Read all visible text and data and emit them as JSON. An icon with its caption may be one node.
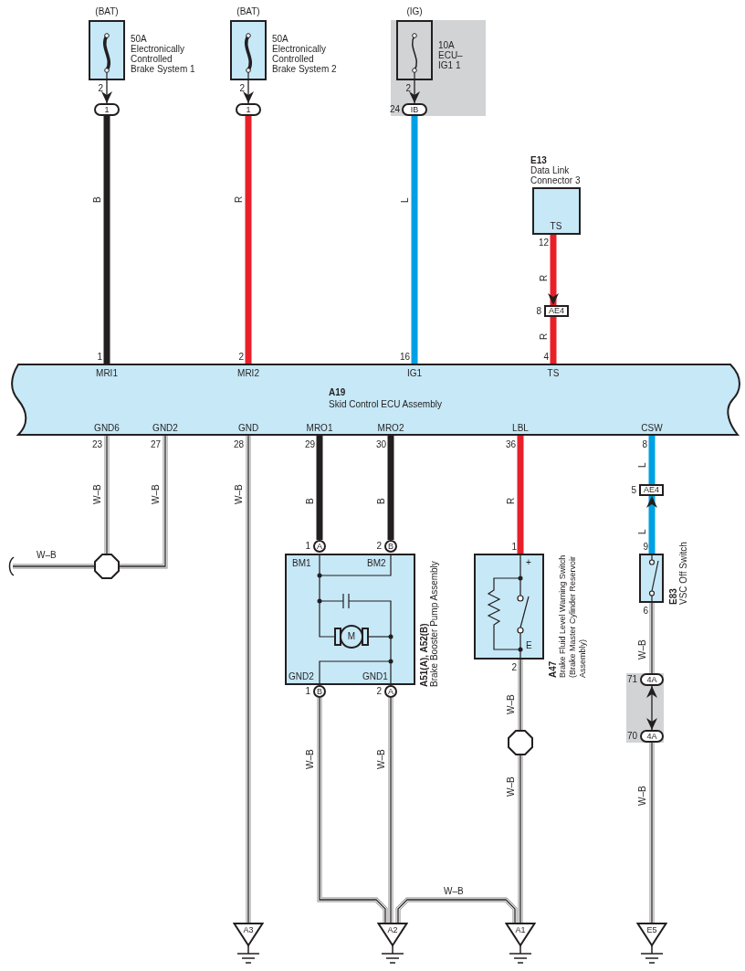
{
  "diagram": {
    "nodes": [
      {
        "text": [
          "(BAT)",
          "50A Electronically Controlled Brake System 1"
        ],
        "beside": [
          "2"
        ]
      },
      {
        "text": [
          "(BAT)",
          "50A Electronically Controlled Brake System 2"
        ],
        "beside": [
          "2"
        ]
      },
      {
        "text": [
          "(IG)",
          "10A ECU– IG1 1"
        ],
        "beside": [
          "2"
        ]
      },
      {
        "text": [
          "1"
        ]
      },
      {
        "text": [
          "1"
        ]
      },
      {
        "text": [
          "IB"
        ],
        "beside": [
          "24"
        ]
      },
      {
        "text": [
          "E13",
          "Data Link Connector 3",
          "TS"
        ],
        "beside": [
          "12"
        ]
      },
      {
        "text": [
          "AE4"
        ],
        "beside": [
          "8"
        ]
      },
      {
        "text": [
          "MRI1",
          "MRI2",
          "IG1",
          "TS",
          "A19",
          "Skid Control ECU Assembly",
          "GND6",
          "GND2",
          "GND",
          "MRO1",
          "MRO2",
          "LBL",
          "CSW"
        ],
        "beside": [
          "1",
          "2",
          "16",
          "4",
          "23",
          "27",
          "28",
          "29",
          "30",
          "36",
          "8"
        ]
      },
      {
        "text": [],
        "shape": "octagon"
      },
      {
        "text": [
          "A"
        ],
        "beside": [
          "1"
        ]
      },
      {
        "text": [
          "B"
        ],
        "beside": [
          "2"
        ]
      },
      {
        "text": [
          "BM1",
          "BM2",
          "GND2",
          "GND1",
          "A51(A), A52(B)",
          "Brake Booster Pump Assembly"
        ]
      },
      {
        "text": [
          "M"
        ],
        "in": 12
      },
      {
        "text": [
          "B"
        ],
        "beside": [
          "1"
        ]
      },
      {
        "text": [
          "A"
        ],
        "beside": [
          "2"
        ]
      },
      {
        "text": [
          "+",
          "E",
          "A47",
          "Brake Fluid Level Warning Switch (Brake Master Cylinder Reservoir Assembly)"
        ],
        "beside": [
          "1",
          "2"
        ]
      },
      {
        "text": [],
        "shape": "octagon"
      },
      {
        "text": [
          "AE4"
        ],
        "beside": [
          "5"
        ]
      },
      {
        "text": [
          "E83",
          "VSC Off Switch"
        ],
        "beside": [
          "9",
          "6"
        ]
      },
      {
        "text": [
          "4A"
        ],
        "beside": [
          "71"
        ]
      },
      {
        "text": [
          "4A"
        ],
        "beside": [
          "70"
        ]
      },
      {
        "text": [
          "A3"
        ]
      },
      {
        "text": [
          "A2"
        ]
      },
      {
        "text": [
          "A1"
        ]
      },
      {
        "text": [
          "E5"
        ]
      }
    ],
    "edges": [
      {
        "from": 0,
        "to": 3,
        "arrow": "to",
        "color": "#231f20"
      },
      {
        "from": 1,
        "to": 4,
        "arrow": "to",
        "color": "#231f20"
      },
      {
        "from": 2,
        "to": 5,
        "arrow": "to",
        "color": "#231f20"
      },
      {
        "from": 3,
        "to": 8,
        "arrow": "none",
        "label": "B",
        "style": "thick",
        "color": "#231f20"
      },
      {
        "from": 4,
        "to": 8,
        "arrow": "none",
        "label": "R",
        "style": "thick",
        "color": "#e8202a"
      },
      {
        "from": 5,
        "to": 8,
        "arrow": "none",
        "label": "L",
        "style": "thick",
        "color": "#00a0e4"
      },
      {
        "from": 6,
        "to": 7,
        "arrow": "to",
        "label": "R",
        "style": "thick",
        "color": "#e8202a"
      },
      {
        "from": 7,
        "to": 8,
        "arrow": "none",
        "label": "R",
        "style": "thick",
        "color": "#e8202a"
      },
      {
        "from": 8,
        "to": 9,
        "arrow": "none",
        "label": "W–B"
      },
      {
        "from": 8,
        "to": 9,
        "arrow": "none",
        "label": "W–B"
      },
      {
        "from": 9,
        "to": null,
        "arrow": "none",
        "label": "W–B"
      },
      {
        "from": 8,
        "to": 22,
        "arrow": "none",
        "label": "W–B"
      },
      {
        "from": 8,
        "to": 10,
        "arrow": "none",
        "label": "B",
        "style": "thick",
        "color": "#231f20"
      },
      {
        "from": 8,
        "to": 11,
        "arrow": "none",
        "label": "B",
        "style": "thick",
        "color": "#231f20"
      },
      {
        "from": 14,
        "to": 23,
        "arrow": "none",
        "label": "W–B"
      },
      {
        "from": 15,
        "to": 23,
        "arrow": "none",
        "label": "W–B"
      },
      {
        "from": 8,
        "to": 16,
        "arrow": "none",
        "label": "R",
        "style": "thick",
        "color": "#e8202a"
      },
      {
        "from": 16,
        "to": 17,
        "arrow": "none",
        "label": "W–B"
      },
      {
        "from": 17,
        "to": 24,
        "arrow": "none",
        "label": "W–B"
      },
      {
        "from": 8,
        "to": 18,
        "arrow": "none",
        "label": "L",
        "style": "thick",
        "color": "#00a0e4"
      },
      {
        "from": 19,
        "to": 18,
        "arrow": "to",
        "label": "L",
        "style": "thick",
        "color": "#00a0e4"
      },
      {
        "from": 19,
        "to": 20,
        "arrow": "none",
        "label": "W–B"
      },
      {
        "from": 20,
        "to": 21,
        "arrow": "both",
        "color": "#231f20"
      },
      {
        "from": 21,
        "to": 25,
        "arrow": "none",
        "label": "W–B"
      },
      {
        "from": 24,
        "to": 23,
        "arrow": "none",
        "label": "W–B"
      }
    ]
  }
}
